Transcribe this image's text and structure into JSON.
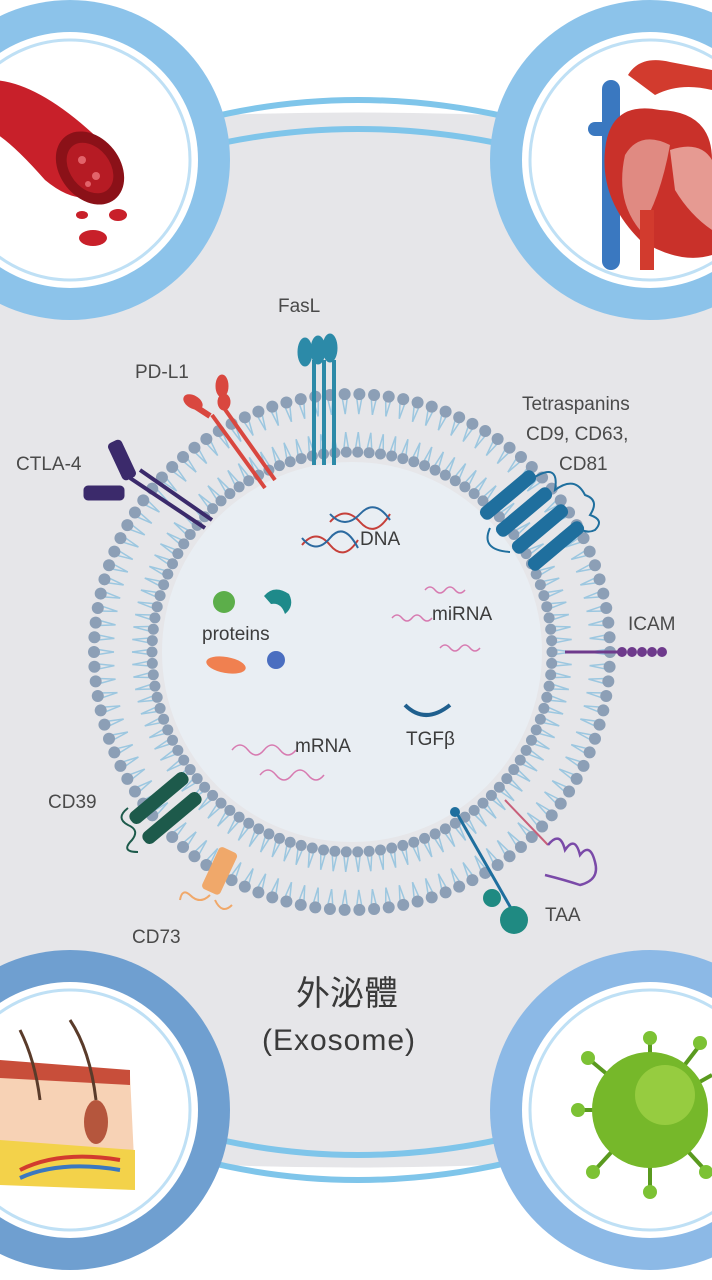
{
  "title": {
    "chinese": "外泌體",
    "english": "(Exosome)"
  },
  "colors": {
    "background_panel": "#e6e6e9",
    "ring_blue": "#7fc5ea",
    "circle_blue": "#6fb4e4",
    "membrane_head": "#8c9fb6",
    "membrane_tail": "#9cc7e0",
    "lumen": "#e9eef3"
  },
  "membrane_proteins": [
    {
      "label": "FasL",
      "color": "#2c8aa8"
    },
    {
      "label": "PD-L1",
      "color": "#d9473f"
    },
    {
      "label": "CTLA-4",
      "color": "#3b2a6b"
    },
    {
      "label": "Tetraspanins",
      "line2": "CD9, CD63,",
      "line3": "CD81",
      "color": "#1f6f9e"
    },
    {
      "label": "ICAM",
      "color": "#6e3a8c"
    },
    {
      "label": "TAA",
      "color": "#1f8a82"
    },
    {
      "label": "CD73",
      "color": "#f0a86a"
    },
    {
      "label": "CD39",
      "color": "#1d5a4b"
    }
  ],
  "cargo": [
    {
      "label": "DNA"
    },
    {
      "label": "miRNA"
    },
    {
      "label": "proteins"
    },
    {
      "label": "mRNA"
    },
    {
      "label": "TGFβ"
    }
  ],
  "corner_illustrations": [
    {
      "name": "blood-vessel-icon"
    },
    {
      "name": "heart-icon"
    },
    {
      "name": "skin-icon"
    },
    {
      "name": "virus-icon"
    }
  ]
}
